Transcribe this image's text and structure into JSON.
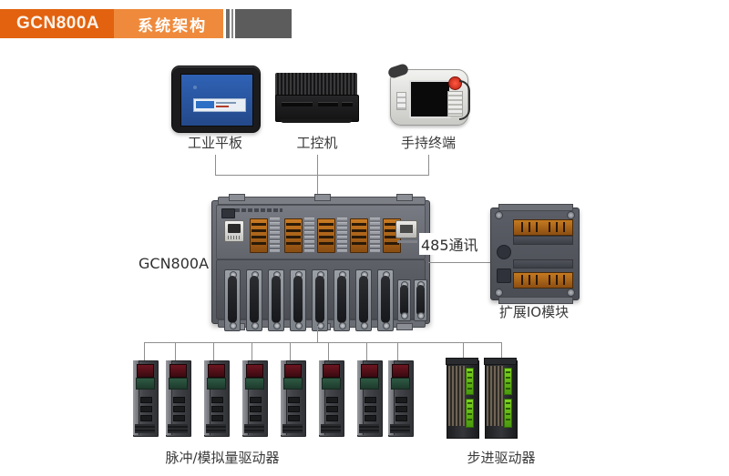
{
  "header": {
    "product": "GCN800A",
    "section": "系统架构"
  },
  "diagram": {
    "title_label": "GCN800A",
    "bus_label": "485通讯",
    "top_devices": [
      {
        "id": "industrial-tablet",
        "label": "工业平板"
      },
      {
        "id": "industrial-pc",
        "label": "工控机"
      },
      {
        "id": "handheld-terminal",
        "label": "手持终端"
      }
    ],
    "controller": {
      "id": "gcn800a-controller",
      "label": "GCN800A"
    },
    "expansion": {
      "id": "expansion-io-module",
      "label": "扩展IO模块"
    },
    "drive_groups": [
      {
        "id": "pulse-analog-drivers",
        "label": "脉冲/模拟量驱动器",
        "count": 8
      },
      {
        "id": "stepper-drivers",
        "label": "步进驱动器",
        "count": 2
      }
    ]
  },
  "colors": {
    "header_dark": "#e2620f",
    "header_light": "#ef8a3c",
    "wire": "#8e8e8e",
    "body_text": "#3a3a3a"
  }
}
